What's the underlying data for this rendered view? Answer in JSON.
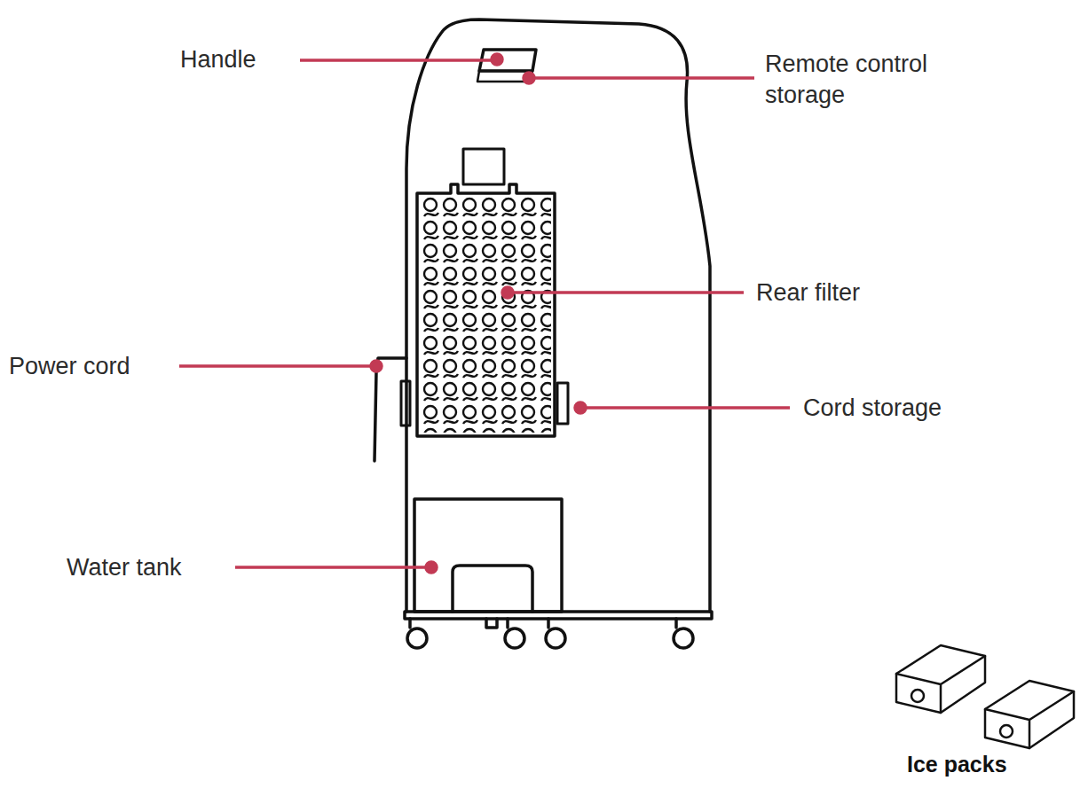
{
  "diagram": {
    "labels": [
      "Handle",
      "Remote control storage",
      "Rear filter",
      "Power cord",
      "Cord storage",
      "Water tank",
      "Ice packs"
    ]
  }
}
